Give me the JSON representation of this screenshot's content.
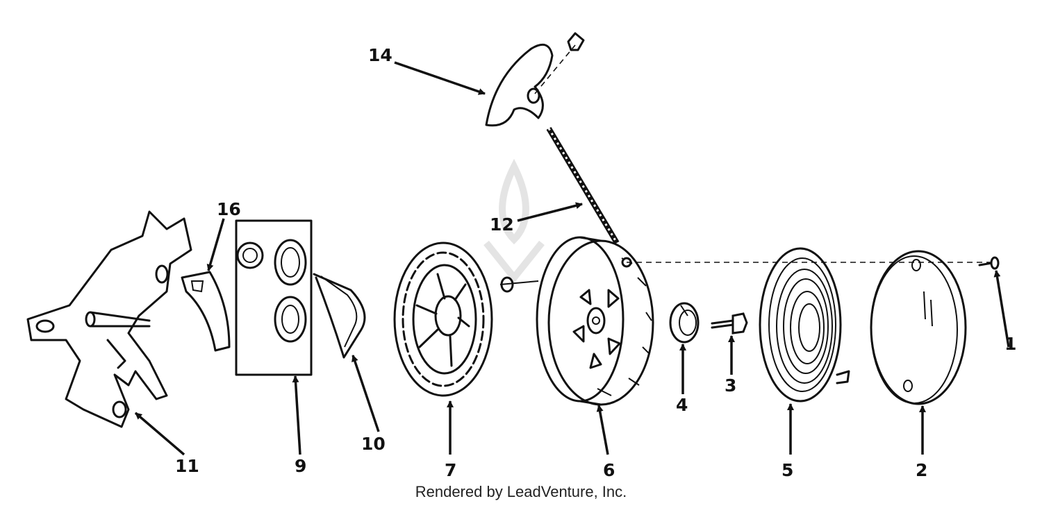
{
  "labels": {
    "p1": "1",
    "p2": "2",
    "p3": "3",
    "p4": "4",
    "p5": "5",
    "p6": "6",
    "p7": "7",
    "p9": "9",
    "p10": "10",
    "p11": "11",
    "p12": "12",
    "p14": "14",
    "p16": "16"
  },
  "credit": "Rendered by LeadVenture, Inc."
}
